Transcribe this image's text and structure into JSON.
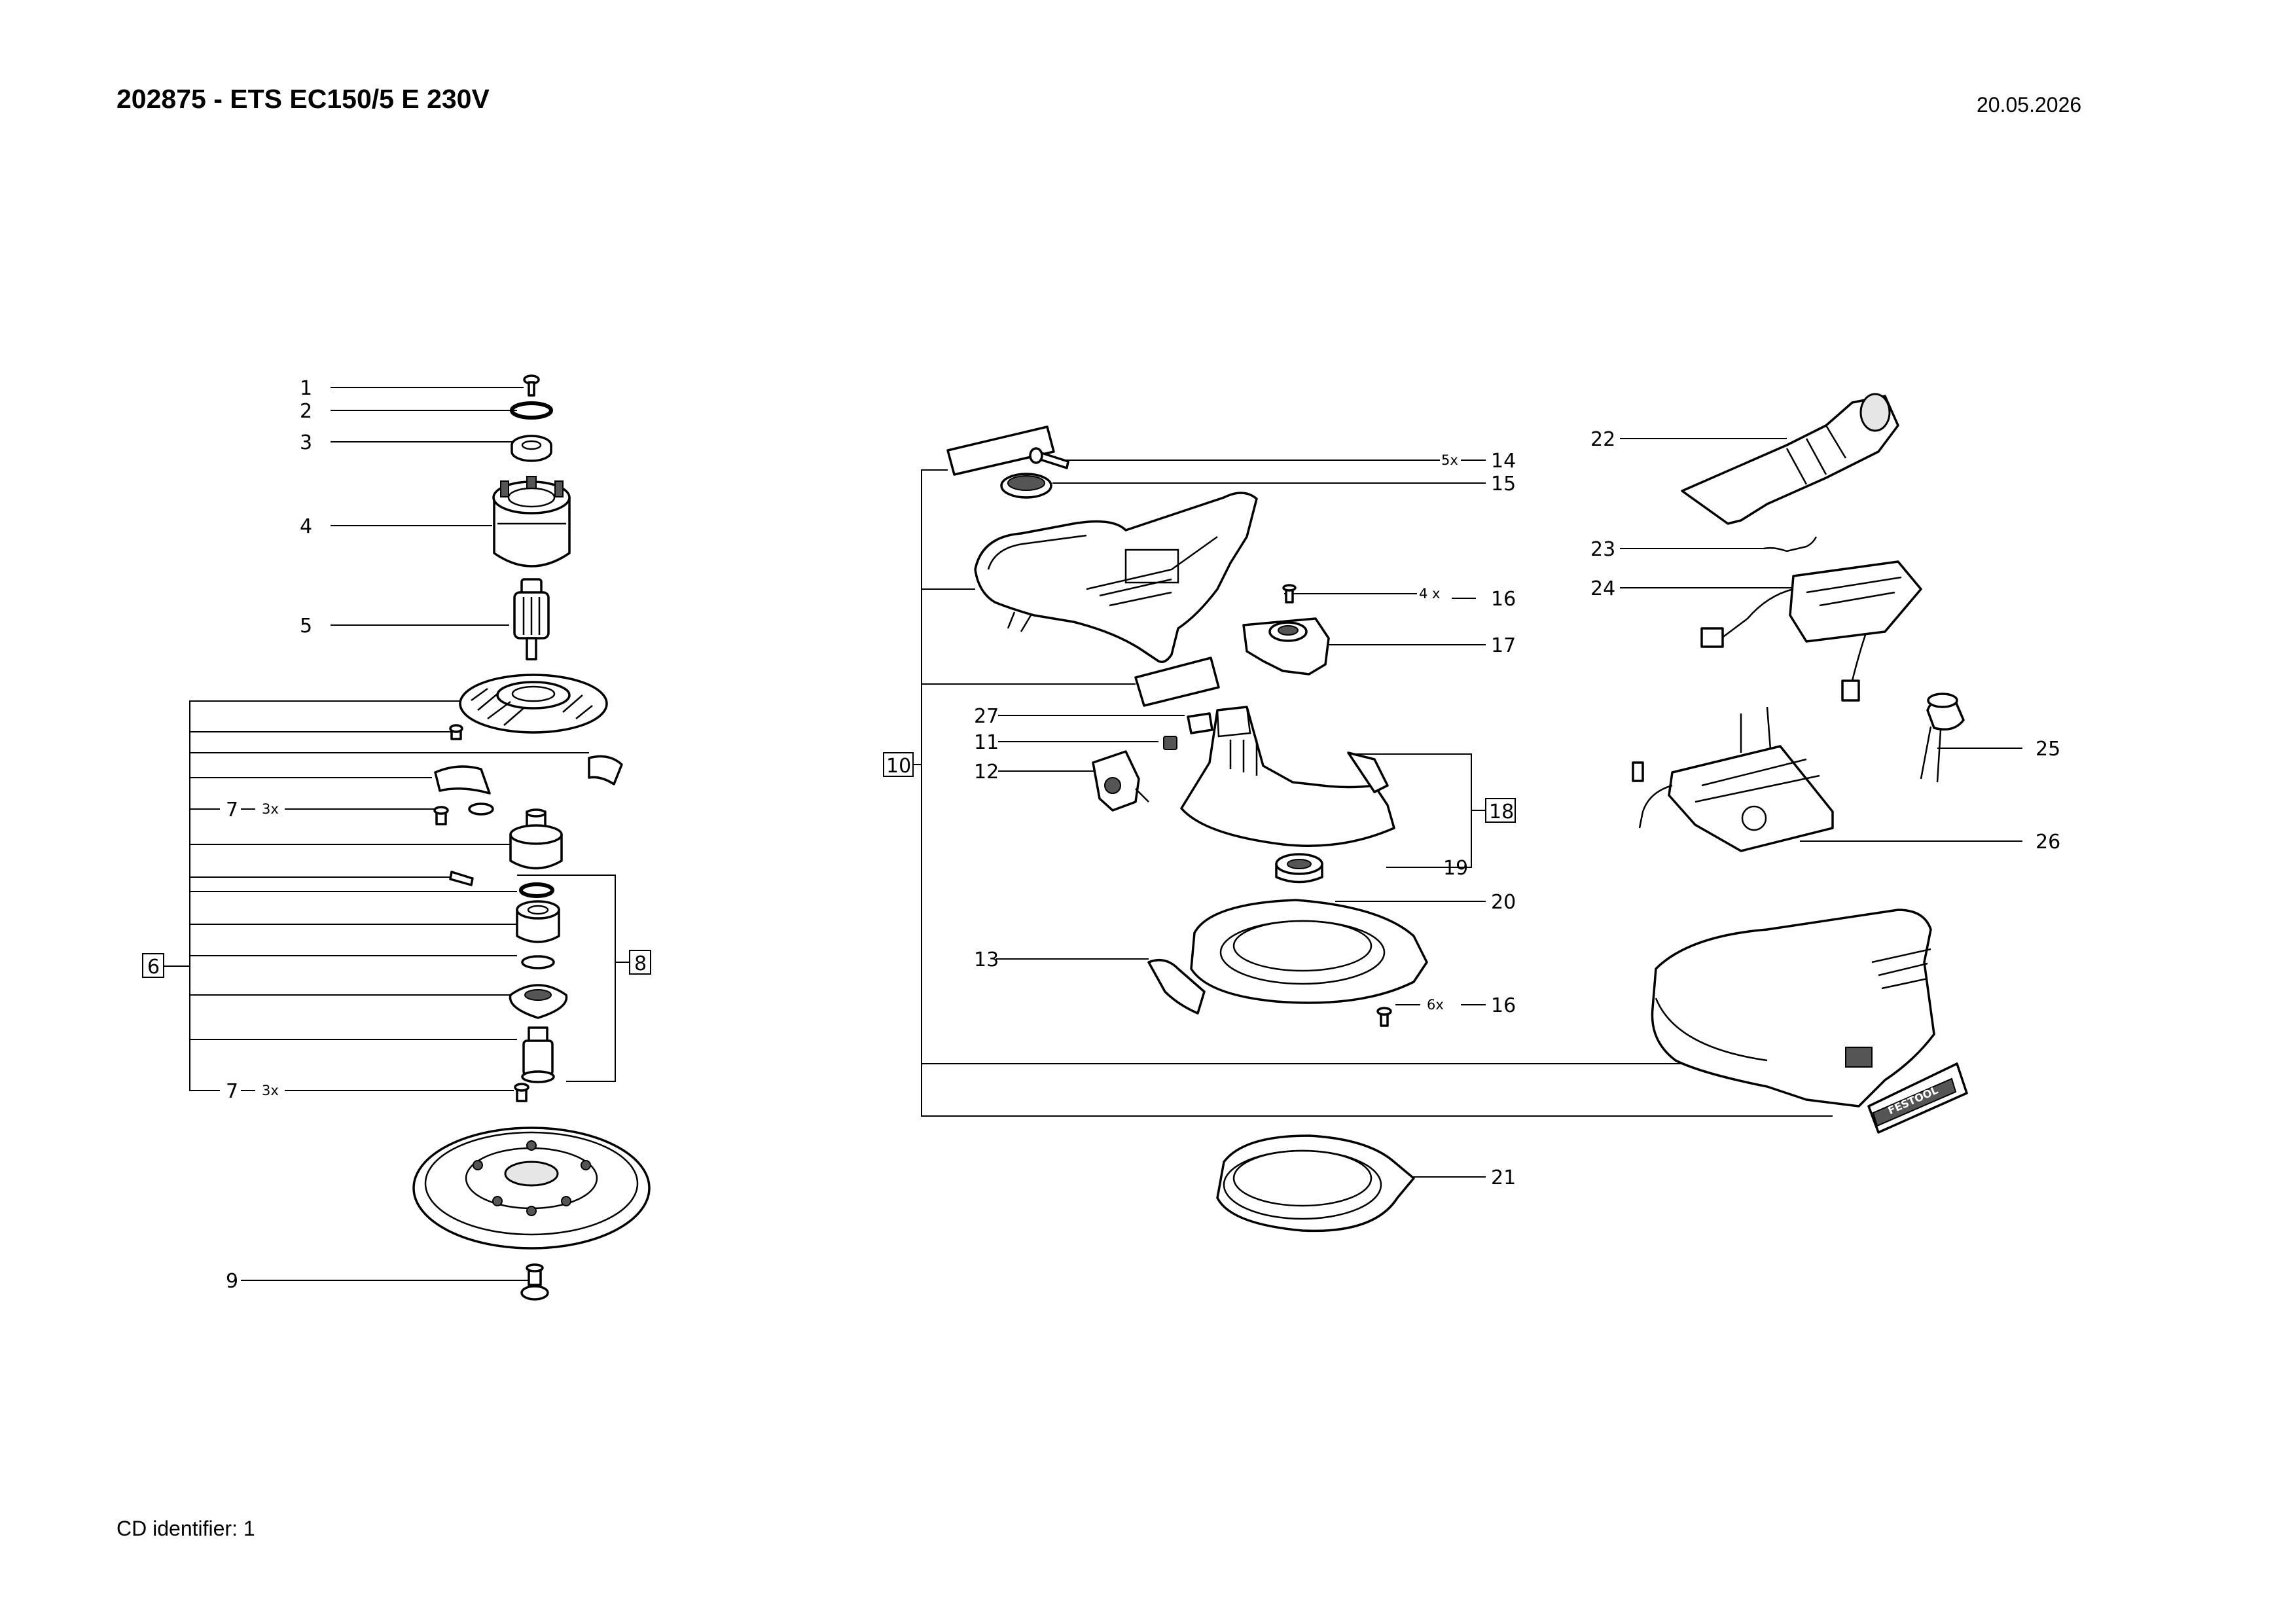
{
  "header": {
    "title": "202875 - ETS EC150/5 E 230V",
    "date": "20.05.2026"
  },
  "footer": {
    "cd_identifier": "CD identifier: 1"
  },
  "callouts": {
    "p1": "1",
    "p2": "2",
    "p3": "3",
    "p4": "4",
    "p5": "5",
    "p6": "6",
    "p7a": "7",
    "p7b": "7",
    "p8": "8",
    "p9": "9",
    "p10": "10",
    "p11": "11",
    "p12": "12",
    "p13": "13",
    "p14": "14",
    "p15": "15",
    "p16a": "16",
    "p16b": "16",
    "p17": "17",
    "p18": "18",
    "p19": "19",
    "p20": "20",
    "p21": "21",
    "p22": "22",
    "p23": "23",
    "p24": "24",
    "p25": "25",
    "p26": "26",
    "p27": "27"
  },
  "quantities": {
    "q7a": "3x",
    "q7b": "3x",
    "q14": "5x",
    "q16a": "4 x",
    "q16b": "6x"
  },
  "logo_text": "FESTOOL"
}
